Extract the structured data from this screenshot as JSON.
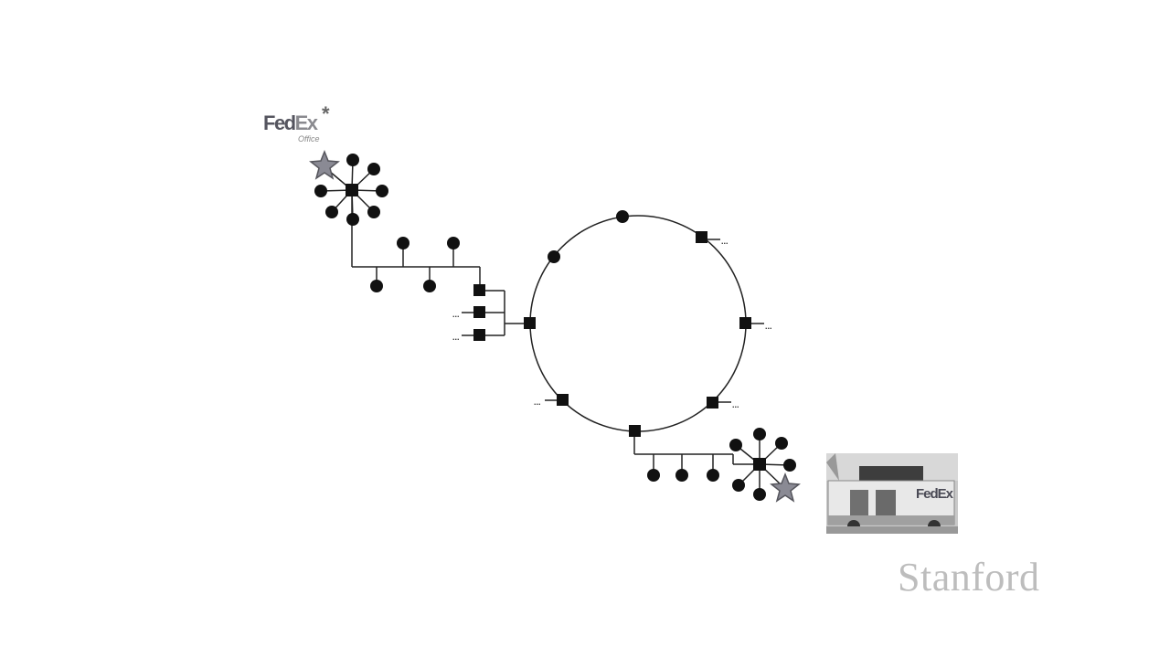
{
  "logos": {
    "fedex_office": {
      "brand": "FedEx",
      "brand_first": "Fed",
      "brand_second": "Ex",
      "asterisk": "*",
      "sub": "Office"
    },
    "truck_brand": "FedEx",
    "university": "Stanford"
  },
  "diagram": {
    "ellipsis": "...",
    "colors": {
      "line": "#222222",
      "node": "#111111",
      "star_fill": "#8a8a94",
      "star_stroke": "#55555c"
    }
  }
}
